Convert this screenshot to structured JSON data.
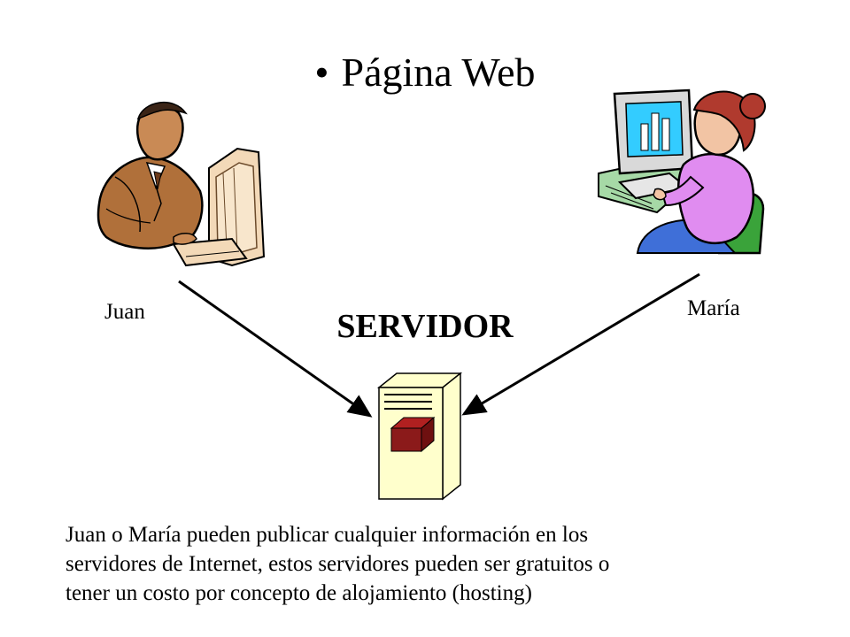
{
  "slide": {
    "bullet": "•",
    "title": "Página Web"
  },
  "people": {
    "left": {
      "name": "Juan"
    },
    "right": {
      "name": "María"
    }
  },
  "server": {
    "label": "SERVIDOR"
  },
  "caption": {
    "lines": [
      "Juan o María pueden publicar cualquier información en los",
      "servidores de Internet, estos  servidores pueden ser gratuitos o",
      "tener un costo por concepto de alojamiento (hosting)"
    ]
  },
  "colors": {
    "arrow": "#000000",
    "server_case": "#ffffcc",
    "server_chip": "#8b1a1a",
    "juan_skin": "#b0703a",
    "maria_shirt": "#e08cf0",
    "maria_hair": "#b03a2e",
    "maria_chair": "#3aa33a",
    "maria_monitor_screen": "#33ccff"
  }
}
